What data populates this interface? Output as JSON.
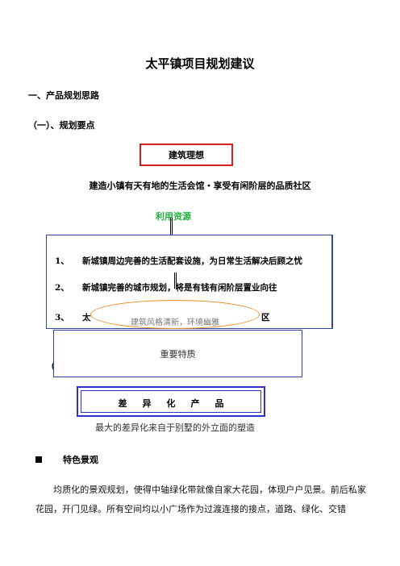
{
  "title": "太平镇项目规划建议",
  "section1": "一、产品规划思路",
  "section1_1": "（一）、规划要点",
  "architecture_box": "建筑理想",
  "concept": "建造小镇有天有地的生活会馆・享受有闲阶层的品质社区",
  "resource_label": "利用资源",
  "resources": [
    {
      "num": "1、",
      "text": "新城镇周边完善的生活配套设施，为日常生活解决后顾之忧"
    },
    {
      "num": "2、",
      "text": "新城镇完善的城市规划，将是有钱有闲阶层置业向往"
    },
    {
      "num": "3、",
      "text": "太"
    },
    {
      "num": "",
      "text": "区"
    }
  ],
  "ellipse_text": "建筑风格清新，环境幽雅",
  "feature_box": "重要特质",
  "paren_fragment": "（二",
  "diff_box": "差异化产品",
  "diff_note": "最大的差异化来自于别墅的外立面的塑造",
  "bullet_heading": "特色景观",
  "paragraph": "均质化的景观规划，使得中轴绿化带就像自家大花园，体现户户见景。前后私家花园，开门见绿。所有空间均以小广场作为过渡连接的接点，道路、绿化、交错"
}
